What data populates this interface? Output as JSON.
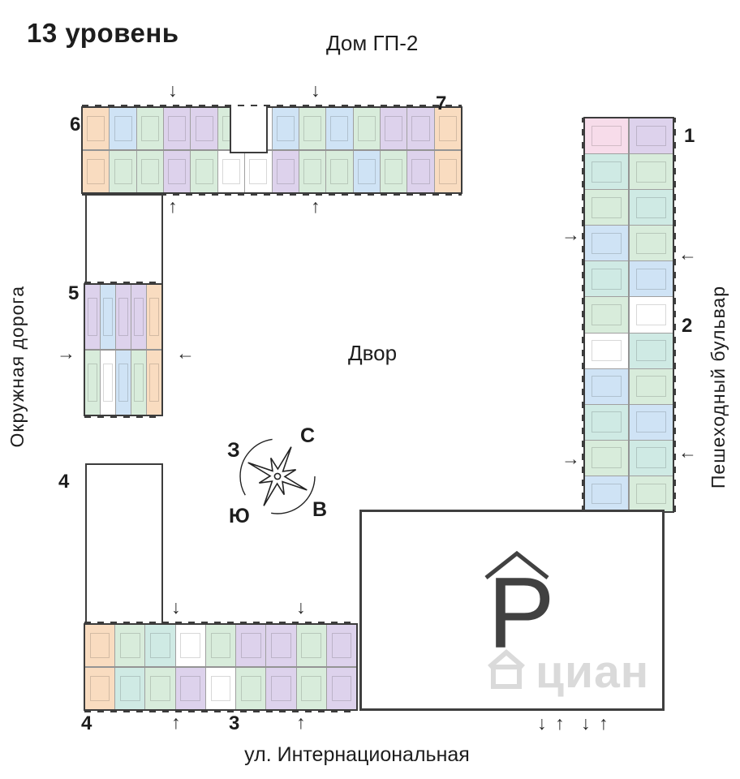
{
  "title": "13 уровень",
  "top_label": "Дом ГП-2",
  "courtyard_label": "Двор",
  "streets": {
    "left": "Окружная дорога",
    "right": "Пешеходный бульвар",
    "bottom": "ул. Интернациональная"
  },
  "compass": {
    "n": "С",
    "s": "Ю",
    "w": "З",
    "e": "В"
  },
  "parking": {
    "symbol": "P"
  },
  "watermark": {
    "text": "циан"
  },
  "arrows": {
    "up": "↑",
    "down": "↓",
    "left": "←",
    "right": "→"
  },
  "section_labels": {
    "s1": "1",
    "s2": "2",
    "s3": "3",
    "s4_top": "4",
    "s4_bottom": "4",
    "s5": "5",
    "s6": "6",
    "s7": "7"
  },
  "palette": {
    "purple": "#ddd2ec",
    "green": "#d8ecdb",
    "blue": "#cfe3f5",
    "orange": "#f9dcc0",
    "pink": "#f7dcea",
    "teal": "#cfeae4",
    "white": "#ffffff",
    "wall": "#3c3c3c",
    "room_line": "#a0a0a0",
    "text": "#1d1d1d",
    "watermark_color": "#dadada"
  },
  "wings": {
    "top": {
      "row_street": [
        "orange",
        "blue",
        "green",
        "purple",
        "purple",
        "green",
        "white",
        "blue",
        "green",
        "blue",
        "green",
        "purple",
        "purple",
        "orange"
      ],
      "row_court": [
        "orange",
        "green",
        "green",
        "purple",
        "green",
        "white",
        "white",
        "purple",
        "green",
        "green",
        "blue",
        "green",
        "purple",
        "orange"
      ]
    },
    "left": {
      "col_street": [
        "purple",
        "blue",
        "purple",
        "purple",
        "orange"
      ],
      "col_court": [
        "green",
        "white",
        "blue",
        "green",
        "orange"
      ]
    },
    "right": {
      "col_court": [
        "pink",
        "teal",
        "green",
        "blue",
        "teal",
        "green",
        "white",
        "blue",
        "teal",
        "green",
        "blue"
      ],
      "col_street": [
        "purple",
        "green",
        "teal",
        "green",
        "blue",
        "white",
        "teal",
        "green",
        "blue",
        "teal",
        "green"
      ]
    },
    "bottom": {
      "row_court": [
        "orange",
        "green",
        "teal",
        "white",
        "green",
        "purple",
        "purple",
        "green",
        "purple"
      ],
      "row_street": [
        "orange",
        "teal",
        "green",
        "purple",
        "white",
        "green",
        "purple",
        "green",
        "purple"
      ]
    }
  }
}
